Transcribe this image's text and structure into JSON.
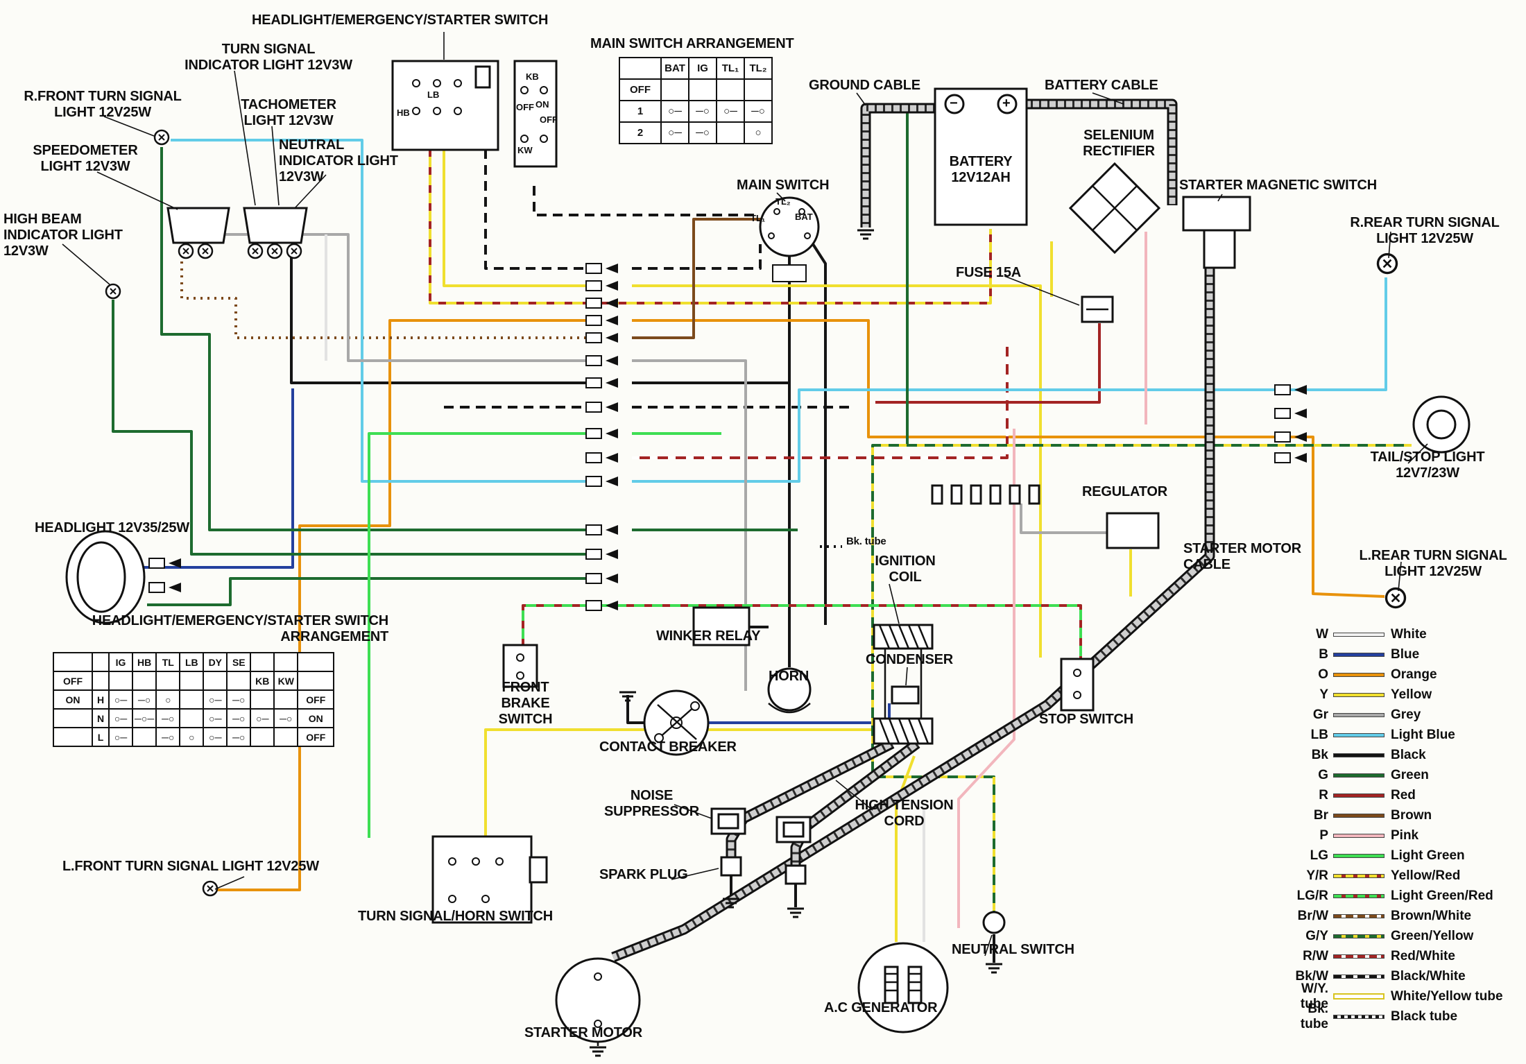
{
  "labels": {
    "hes_switch_title": "HEADLIGHT/EMERGENCY/STARTER SWITCH",
    "main_switch_arrangement": "MAIN SWITCH ARRANGEMENT",
    "turn_signal_indicator": "TURN SIGNAL\nINDICATOR LIGHT 12V3W",
    "r_front_turn": "R.FRONT TURN SIGNAL\nLIGHT 12V25W",
    "tachometer": "TACHOMETER\nLIGHT 12V3W",
    "speedometer": "SPEEDOMETER\nLIGHT 12V3W",
    "neutral_indicator": "NEUTRAL\nINDICATOR LIGHT\n12V3W",
    "high_beam": "HIGH BEAM\nINDICATOR LIGHT\n12V3W",
    "ground_cable": "GROUND CABLE",
    "battery_cable": "BATTERY CABLE",
    "battery": "BATTERY\n12V12AH",
    "selenium": "SELENIUM\nRECTIFIER",
    "main_switch": "MAIN SWITCH",
    "fuse": "FUSE 15A",
    "starter_magnetic": "STARTER MAGNETIC SWITCH",
    "r_rear_turn": "R.REAR TURN SIGNAL\nLIGHT 12V25W",
    "tail_stop": "TAIL/STOP LIGHT\n12V7/23W",
    "headlight": "HEADLIGHT 12V35/25W",
    "regulator": "REGULATOR",
    "starter_motor_cable": "STARTER MOTOR\nCABLE",
    "l_rear_turn": "L.REAR TURN SIGNAL\nLIGHT 12V25W",
    "ignition_coil": "IGNITION\nCOIL",
    "winker_relay": "WINKER RELAY",
    "horn": "HORN",
    "condenser": "CONDENSER",
    "stop_switch": "STOP SWITCH",
    "front_brake": "FRONT\nBRAKE\nSWITCH",
    "contact_breaker": "CONTACT BREAKER",
    "noise_suppressor": "NOISE\nSUPPRESSOR",
    "high_tension": "HIGH TENSION\nCORD",
    "spark_plug": "SPARK PLUG",
    "hes_arrangement": "HEADLIGHT/EMERGENCY/STARTER SWITCH\nARRANGEMENT",
    "l_front_turn": "L.FRONT TURN SIGNAL LIGHT 12V25W",
    "ts_horn_switch": "TURN SIGNAL/HORN SWITCH",
    "starter_motor": "STARTER MOTOR",
    "ac_generator": "A.C GENERATOR",
    "neutral_switch": "NEUTRAL SWITCH",
    "bk_tube_note": "Bk. tube",
    "batt_minus": "−",
    "batt_plus": "+",
    "ms_tl2": "TL₂",
    "ms_tl1": "TL₁",
    "ms_bat": "BAT",
    "sw_lb": "LB",
    "sw_hb": "HB",
    "sw_kb": "KB",
    "sw_kw": "KW",
    "sw_off1": "OFF",
    "sw_on": "ON",
    "sw_off2": "OFF"
  },
  "main_switch_table": {
    "rows": [
      [
        "",
        "BAT",
        "IG",
        "TL₁",
        "TL₂"
      ],
      [
        "OFF",
        "",
        "",
        "",
        ""
      ],
      [
        "1",
        "○─",
        "─○",
        "○─",
        "─○"
      ],
      [
        "2",
        "○─",
        "─○",
        "",
        "○"
      ]
    ]
  },
  "hl_switch_table": {
    "rows": [
      [
        "",
        "",
        "IG",
        "HB",
        "TL",
        "LB",
        "DY",
        "SE",
        "",
        "",
        ""
      ],
      [
        "OFF",
        "",
        "",
        "",
        "",
        "",
        "",
        "",
        "KB",
        "KW",
        ""
      ],
      [
        "ON",
        "H",
        "○─",
        "─○",
        "○",
        "",
        "○─",
        "─○",
        "",
        "",
        "OFF"
      ],
      [
        "",
        "N",
        "○─",
        "─○─",
        "─○",
        "",
        "○─",
        "─○",
        "○─",
        "─○",
        "ON"
      ],
      [
        "",
        "L",
        "○─",
        "",
        "─○",
        "○",
        "○─",
        "─○",
        "",
        "",
        "OFF"
      ]
    ]
  },
  "legend": {
    "items": [
      {
        "code": "W",
        "name": "White",
        "base": "#f2f2f2"
      },
      {
        "code": "B",
        "name": "Blue",
        "base": "#24409e"
      },
      {
        "code": "O",
        "name": "Orange",
        "base": "#e8920c"
      },
      {
        "code": "Y",
        "name": "Yellow",
        "base": "#f0df2f"
      },
      {
        "code": "Gr",
        "name": "Grey",
        "base": "#a8a8a8"
      },
      {
        "code": "LB",
        "name": "Light Blue",
        "base": "#62cce8"
      },
      {
        "code": "Bk",
        "name": "Black",
        "base": "#141414"
      },
      {
        "code": "G",
        "name": "Green",
        "base": "#1d6b2f"
      },
      {
        "code": "R",
        "name": "Red",
        "base": "#a32424"
      },
      {
        "code": "Br",
        "name": "Brown",
        "base": "#7c4a1c"
      },
      {
        "code": "P",
        "name": "Pink",
        "base": "#f2b6bd"
      },
      {
        "code": "LG",
        "name": "Light Green",
        "base": "#3ede53"
      },
      {
        "code": "Y/R",
        "name": "Yellow/Red",
        "base": "#f0df2f",
        "stripe": "#a32424"
      },
      {
        "code": "LG/R",
        "name": "Light Green/Red",
        "base": "#3ede53",
        "stripe": "#a32424"
      },
      {
        "code": "Br/W",
        "name": "Brown/White",
        "base": "#7c4a1c",
        "stripe": "#ffffff"
      },
      {
        "code": "G/Y",
        "name": "Green/Yellow",
        "base": "#1d6b2f",
        "stripe": "#f0df2f"
      },
      {
        "code": "R/W",
        "name": "Red/White",
        "base": "#a32424",
        "stripe": "#ffffff"
      },
      {
        "code": "Bk/W",
        "name": "Black/White",
        "base": "#141414",
        "stripe": "#ffffff"
      },
      {
        "code": "W/Y. tube",
        "name": "White/Yellow tube",
        "base": "#d8c420",
        "style": "tube"
      },
      {
        "code": "Bk. tube",
        "name": "Black tube",
        "base": "#141414",
        "style": "dotted"
      }
    ]
  },
  "palette": {
    "W": "#e2e2e2",
    "B": "#24409e",
    "O": "#e8920c",
    "Y": "#f0df2f",
    "Gr": "#a8a8a8",
    "LB": "#62cce8",
    "Bk": "#141414",
    "G": "#1d6b2f",
    "R": "#a32424",
    "Br": "#7c4a1c",
    "P": "#f2b6bd",
    "LG": "#3ede53",
    "Wo": "#ffffff"
  }
}
